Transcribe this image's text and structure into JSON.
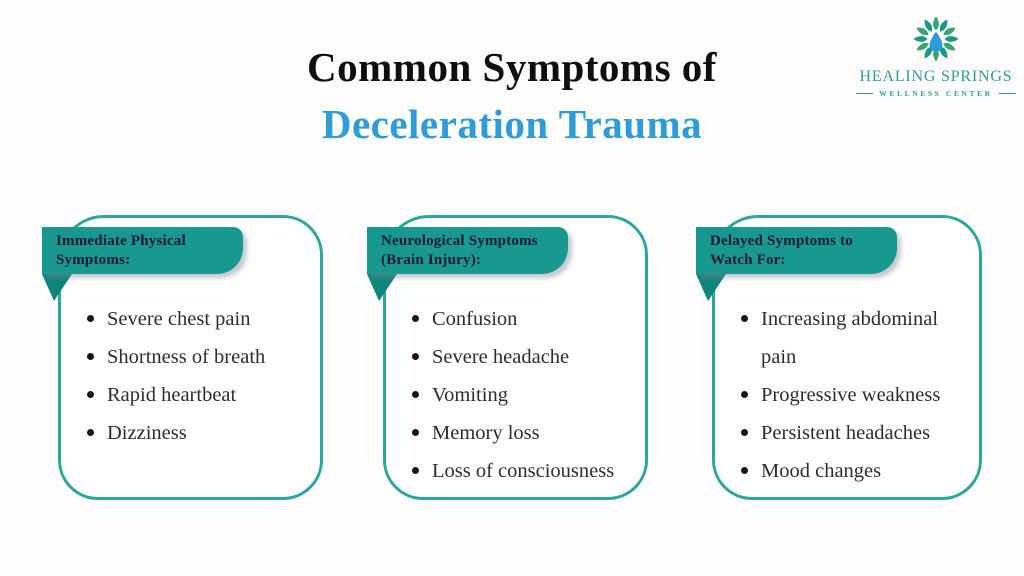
{
  "page": {
    "title_line1": "Common Symptoms of",
    "title_line2": "Deceleration Trauma"
  },
  "logo": {
    "icon": "lotus-water-droplet-icon",
    "name": "HEALING SPRINGS",
    "tagline": "WELLNESS CENTER",
    "teal": "#2e9c94",
    "droplet_blue": "#2d9bd8",
    "leaf_teal": "#1d9588",
    "leaf_green": "#35a76e"
  },
  "colors": {
    "title_black": "#0e0e13",
    "title_blue": "#2d9cd9",
    "card_border_teal": "#2ba79e",
    "banner_teal": "#18988e",
    "banner_fold_teal": "#0f857b",
    "banner_text_navy": "#141937",
    "body_text": "#2d2d2d"
  },
  "cards": [
    {
      "header_lines": [
        "Immediate Physical",
        "Symptoms:"
      ],
      "items": [
        "Severe chest pain",
        "Shortness of breath",
        "Rapid heartbeat",
        "Dizziness"
      ]
    },
    {
      "header_lines": [
        "Neurological Symptoms",
        "(Brain Injury):"
      ],
      "items": [
        "Confusion",
        "Severe headache",
        "Vomiting",
        "Memory loss",
        "Loss of consciousness"
      ]
    },
    {
      "header_lines": [
        "Delayed Symptoms to",
        "Watch For:"
      ],
      "items": [
        "Increasing abdominal pain",
        "Progressive weakness",
        "Persistent headaches",
        "Mood changes"
      ]
    }
  ]
}
